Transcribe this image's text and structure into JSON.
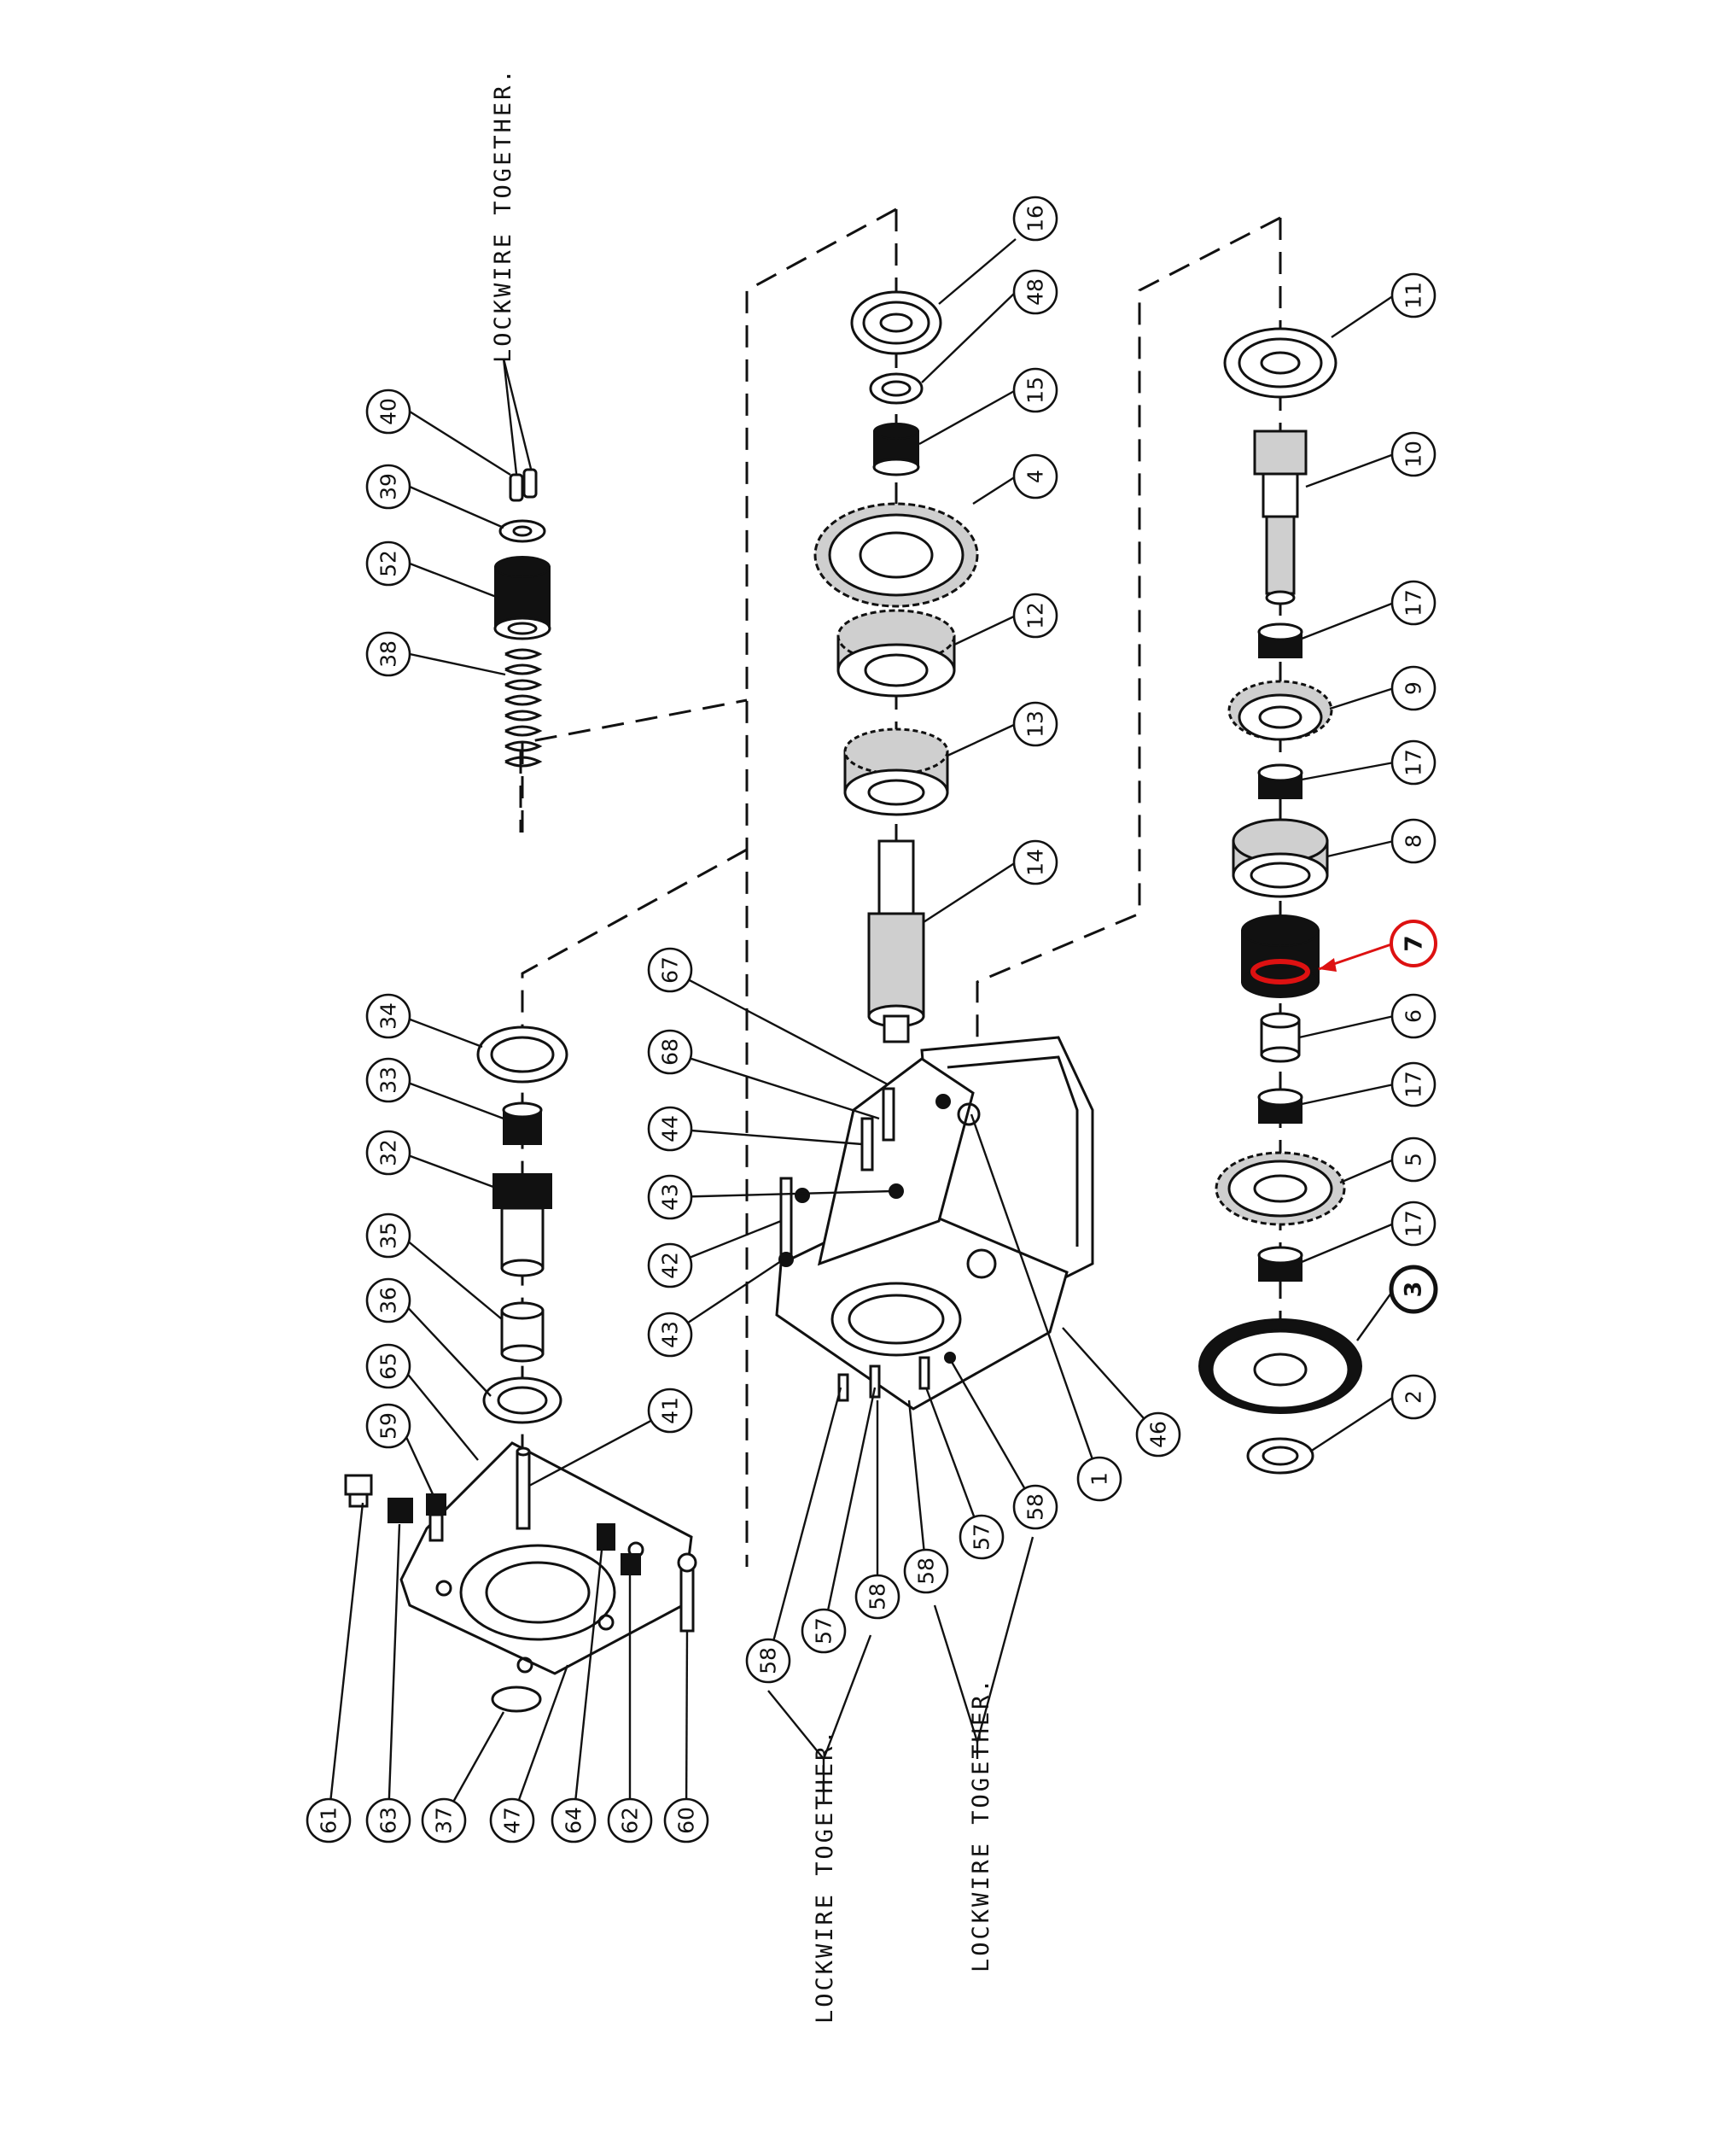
{
  "diagram": {
    "title": "Gearbox exploded parts view",
    "notes": {
      "top": "LOCKWIRE TOGETHER.",
      "bottom_left": "LOCKWIRE TOGETHER.",
      "bottom_right": "LOCKWIRE TOGETHER."
    },
    "highlight": {
      "part": "7",
      "color": "#dd1111"
    },
    "callouts": {
      "c40": "40",
      "c39": "39",
      "c52": "52",
      "c38": "38",
      "c16": "16",
      "c48": "48",
      "c15": "15",
      "c4": "4",
      "c12": "12",
      "c13": "13",
      "c14": "14",
      "c11": "11",
      "c10": "10",
      "c17a": "17",
      "c9": "9",
      "c17b": "17",
      "c8": "8",
      "c7": "7",
      "c6": "6",
      "c17c": "17",
      "c5": "5",
      "c17d": "17",
      "c3": "3",
      "c2": "2",
      "c34": "34",
      "c33": "33",
      "c32": "32",
      "c35": "35",
      "c36": "36",
      "c65": "65",
      "c59": "59",
      "c67": "67",
      "c68": "68",
      "c44": "44",
      "c43a": "43",
      "c42": "42",
      "c43b": "43",
      "c41": "41",
      "c46": "46",
      "c1": "1",
      "c58a": "58",
      "c57a": "57",
      "c58b": "58",
      "c57b": "57",
      "c58c": "58",
      "c58d": "58",
      "c61": "61",
      "c63": "63",
      "c37": "37",
      "c47": "47",
      "c64": "64",
      "c62": "62",
      "c60": "60"
    }
  }
}
